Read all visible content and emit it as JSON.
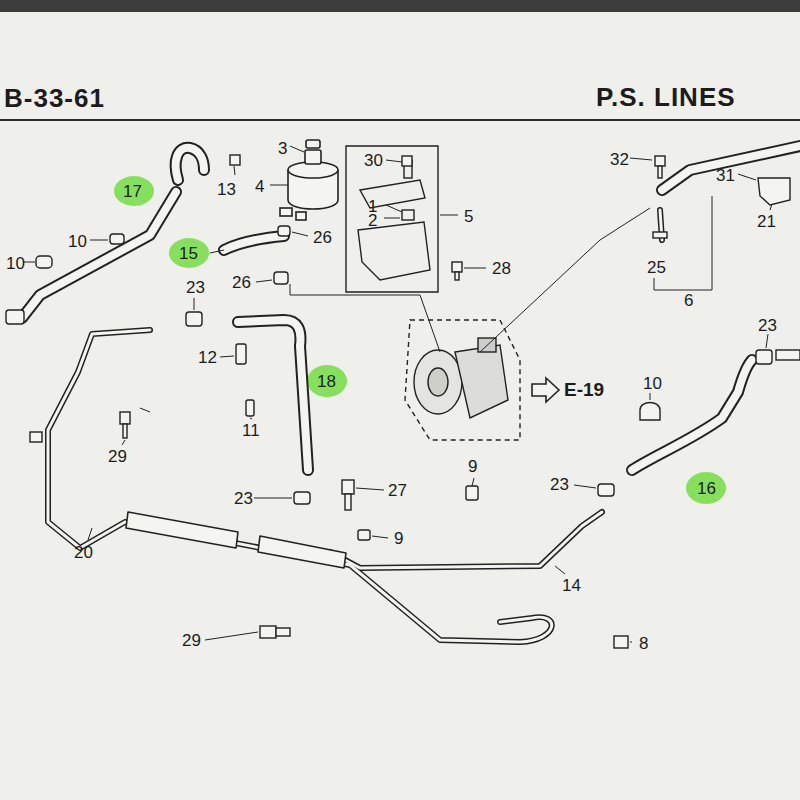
{
  "diagram": {
    "title": "P.S. LINES",
    "nodes": [
      {
        "text": [
          "E-19"
        ]
      }
    ],
    "labels": [
      "B-33-61",
      "32",
      "31",
      "21",
      "3",
      "30",
      "13",
      "17",
      "4",
      "1",
      "2",
      "5",
      "10",
      "15",
      "26",
      "10",
      "26",
      "28",
      "25",
      "6",
      "23",
      "23",
      "12",
      "18",
      "10",
      "11",
      "29",
      "16",
      "23",
      "27",
      "9",
      "23",
      "9",
      "20",
      "14",
      "29",
      "8"
    ]
  }
}
